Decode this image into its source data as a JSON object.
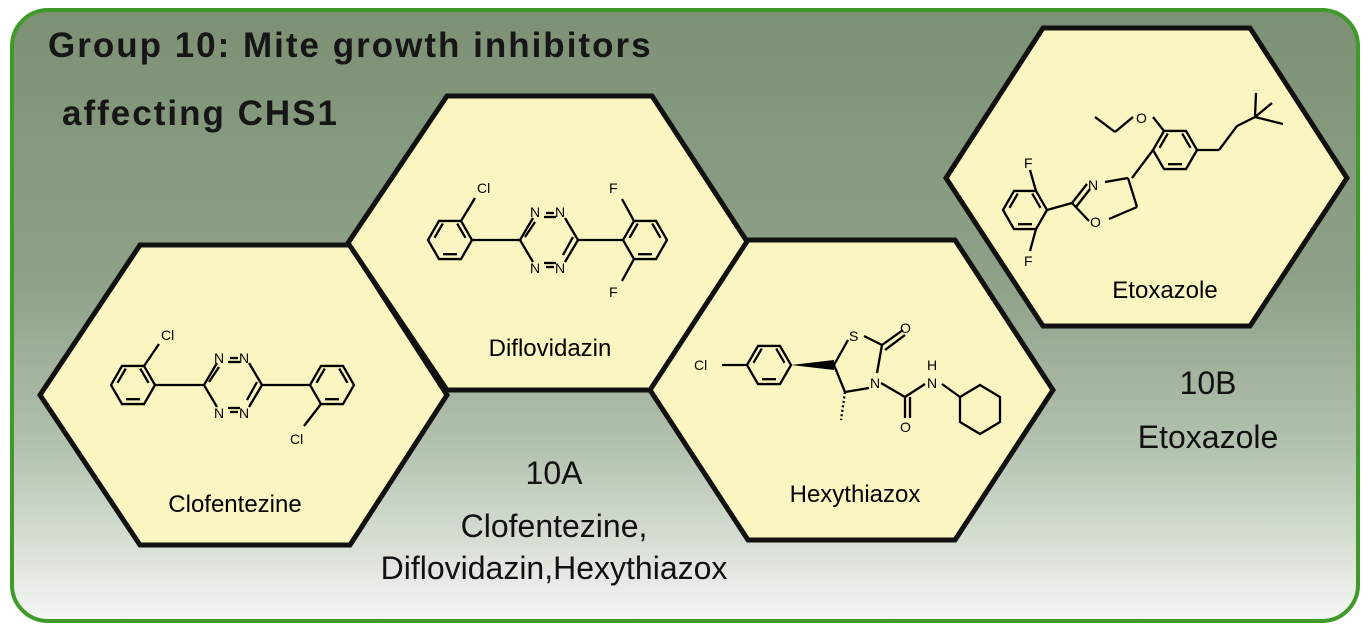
{
  "title": {
    "line1": "Group 10: Mite growth inhibitors",
    "line2": "affecting CHS1"
  },
  "compounds": [
    {
      "id": "clofentezine",
      "name": "Clofentezine"
    },
    {
      "id": "diflovidazin",
      "name": "Diflovidazin"
    },
    {
      "id": "hexythiazox",
      "name": "Hexythiazox"
    },
    {
      "id": "etoxazole",
      "name": "Etoxazole"
    }
  ],
  "atoms": {
    "cl": "Cl",
    "f": "F",
    "n": "N",
    "s": "S",
    "o": "O",
    "cl_hexy": "Cl",
    "nh_n": "N",
    "nh_h": "H"
  },
  "groups": {
    "a": {
      "code": "10A",
      "members_line1": "Clofentezine,",
      "members_line2": "Diflovidazin,Hexythiazox"
    },
    "b": {
      "code": "10B",
      "members_line1": "Etoxazole"
    }
  },
  "colors": {
    "hexagon_fill": "#fbf5c1",
    "hexagon_stroke": "#111111",
    "border_green": "#3f9a2a",
    "background_top": "#7c9174",
    "background_bottom": "#f4f6f3"
  }
}
